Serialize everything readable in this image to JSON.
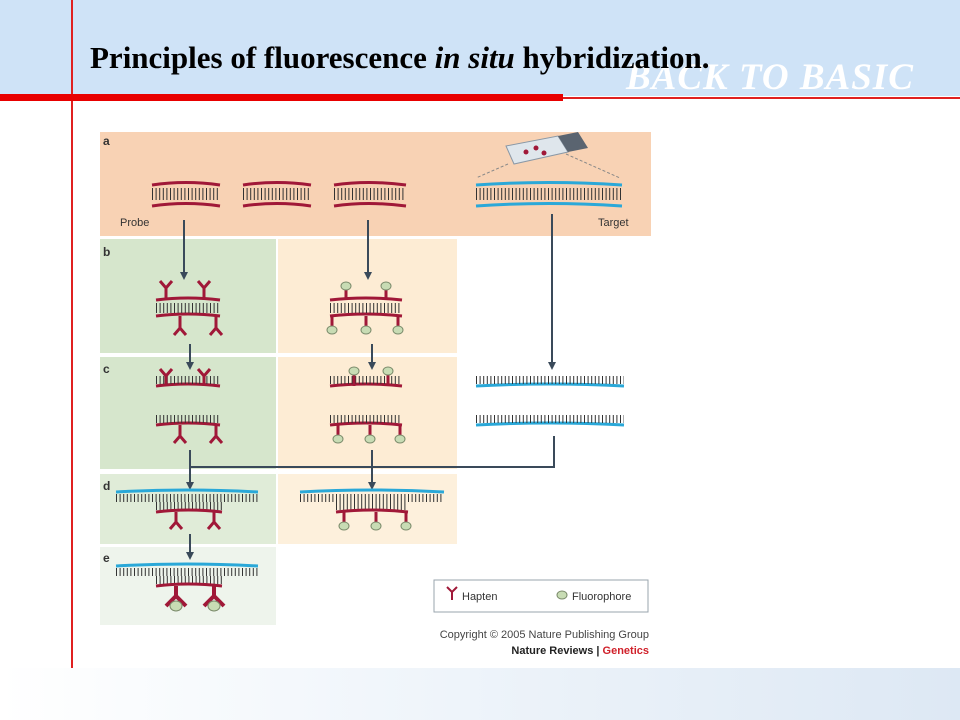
{
  "slide": {
    "title_pre": "Principles of fluorescence ",
    "title_italic": "in situ",
    "title_post": " hybridization.",
    "watermark": "BACK TO BASIC"
  },
  "figure": {
    "panel_labels": [
      "a",
      "b",
      "c",
      "d",
      "e"
    ],
    "probe_label": "Probe",
    "target_label": "Target",
    "legend": {
      "hapten": "Hapten",
      "fluorophore": "Fluorophore"
    },
    "copyright": "Copyright © 2005 Nature Publishing Group",
    "journal_left": "Nature Reviews",
    "journal_sep": " | ",
    "journal_right": "Genetics",
    "colors": {
      "probe": "#a01838",
      "target": "#2aa8d8",
      "hapten": "#a01838",
      "fluorophore": "#c8dcb4",
      "arrow": "#3a4a5a"
    }
  }
}
